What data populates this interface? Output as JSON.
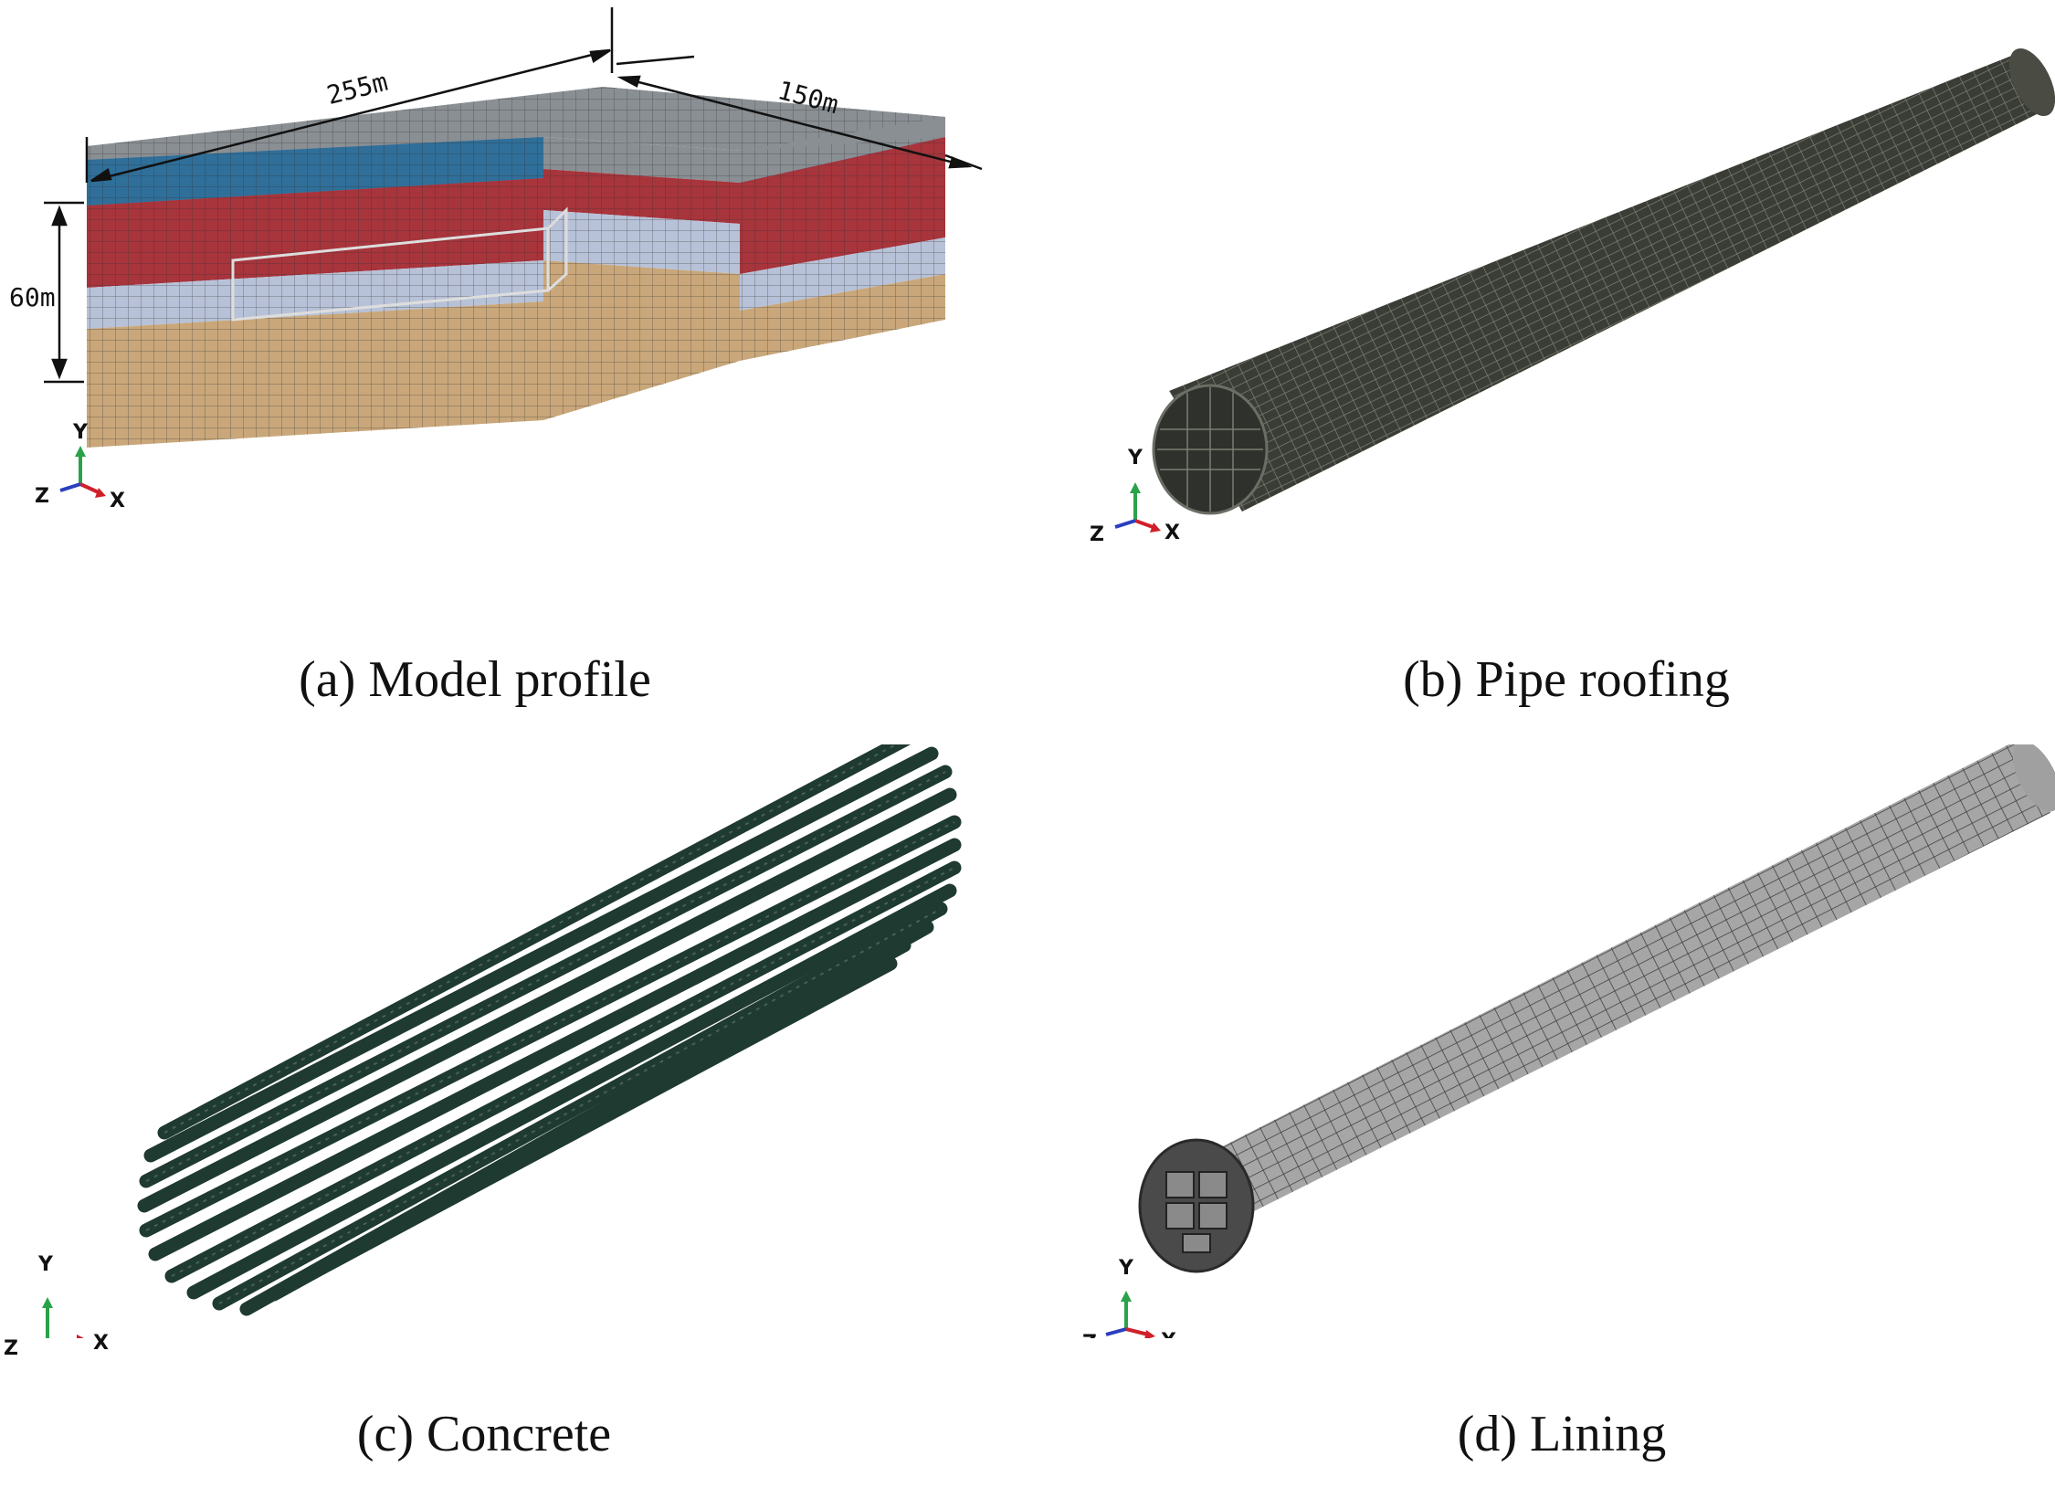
{
  "panels": [
    {
      "id": "a",
      "caption": "(a) Model profile",
      "dimensions": {
        "length": "255m",
        "width": "150m",
        "height": "60m"
      }
    },
    {
      "id": "b",
      "caption": "(b) Pipe roofing"
    },
    {
      "id": "c",
      "caption": "(c) Concrete"
    },
    {
      "id": "d",
      "caption": "(d) Lining"
    }
  ],
  "axes_triad": {
    "x": "X",
    "y": "Y",
    "z": "Z"
  },
  "colors": {
    "mesh_top": "#8a8f94",
    "layer_blue": "#2f6f9a",
    "layer_red": "#a8343c",
    "layer_lightblue": "#b7c2d8",
    "layer_tan": "#c9a77a",
    "pipe_dark": "#3a3c36",
    "concrete_green": "#1f3a30",
    "lining_gray": "#9a9a9a",
    "axis_x": "#d0202a",
    "axis_y": "#2aa24a",
    "axis_z": "#2a3fbf"
  }
}
